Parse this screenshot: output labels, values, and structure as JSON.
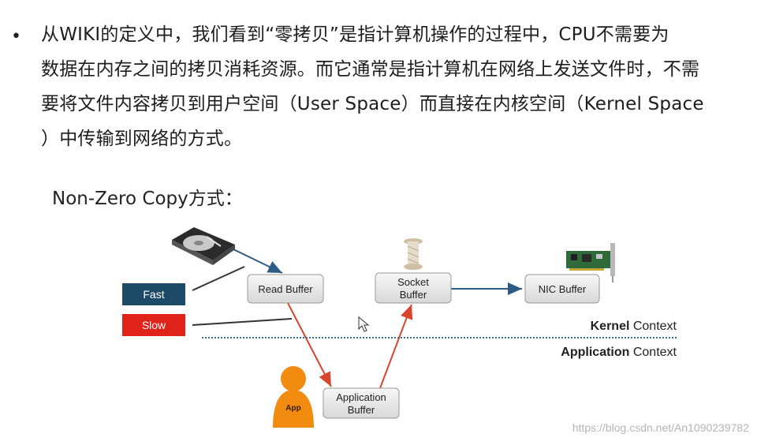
{
  "bullet_symbol": "•",
  "paragraph": {
    "line1": "从WIKI的定义中，我们看到“零拷贝”是指计算机操作的过程中，CPU不需要为",
    "line2": "数据在内存之间的拷贝消耗资源。而它通常是指计算机在网络上发送文件时，不需",
    "line3": "要将文件内容拷贝到用户空间（User Space）而直接在内核空间（Kernel Space",
    "line4": "）中传输到网络的方式。"
  },
  "subtitle": "Non-Zero Copy方式：",
  "diagram": {
    "fast_label": "Fast",
    "slow_label": "Slow",
    "read_buffer": "Read Buffer",
    "socket_buffer_line1": "Socket",
    "socket_buffer_line2": "Buffer",
    "nic_buffer": "NIC Buffer",
    "app_buffer_line1": "Application",
    "app_buffer_line2": "Buffer",
    "app_icon_label": "App",
    "kernel_context_bold": "Kernel",
    "kernel_context_rest": " Context",
    "application_context_bold": "Application",
    "application_context_rest": " Context"
  },
  "colors": {
    "fast": "#1d4a66",
    "slow": "#e0231a",
    "blue_arrow": "#2c5b84",
    "red_arrow": "#d9442c",
    "app_icon": "#f28c10",
    "box_fill": "#e8e8e8",
    "box_stroke": "#9a9a9a"
  },
  "watermark": "https://blog.csdn.net/An1090239782"
}
